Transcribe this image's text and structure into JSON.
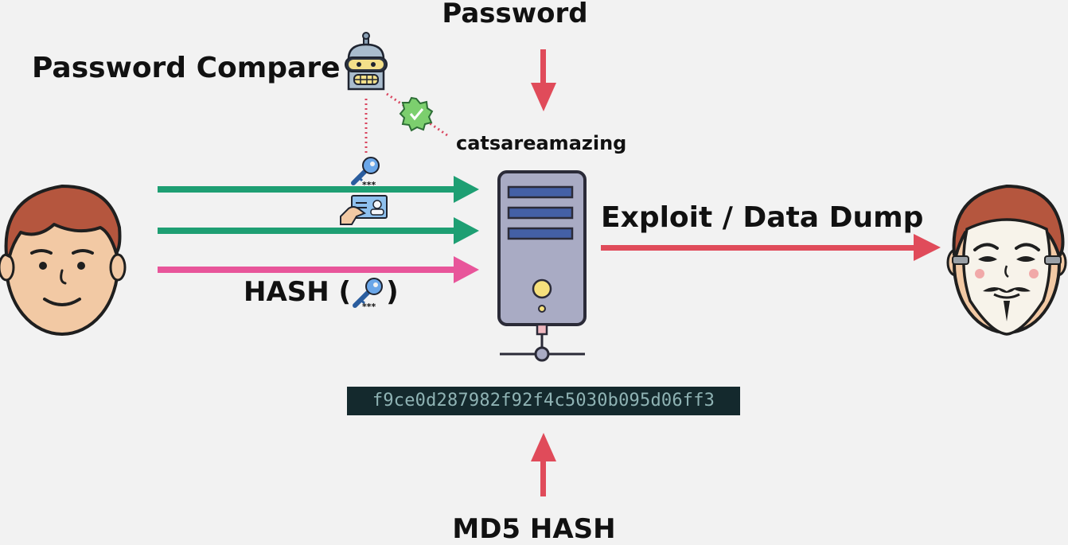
{
  "labels": {
    "password": "Password",
    "password_compare": "Password Compare",
    "plaintext_password": "catsareamazing",
    "exploit": "Exploit / Data Dump",
    "hash_prefix": "HASH (",
    "hash_suffix": ")",
    "md5_hash": "MD5 HASH"
  },
  "hash_value": "f9ce0d287982f92f4c5030b095d06ff3",
  "key_mask": "***",
  "colors": {
    "background": "#f2f2f2",
    "green_arrow": "#1e9f73",
    "pink_arrow": "#e8559a",
    "red_arrow": "#e04b5a",
    "hash_box": "#14292d",
    "hash_text": "#8fb3b4",
    "dotted_line": "#d9455f"
  },
  "icons": [
    "user-avatar-icon",
    "hacker-mask-icon",
    "server-icon",
    "robot-icon",
    "verified-badge-icon",
    "key-icon",
    "id-card-icon"
  ]
}
